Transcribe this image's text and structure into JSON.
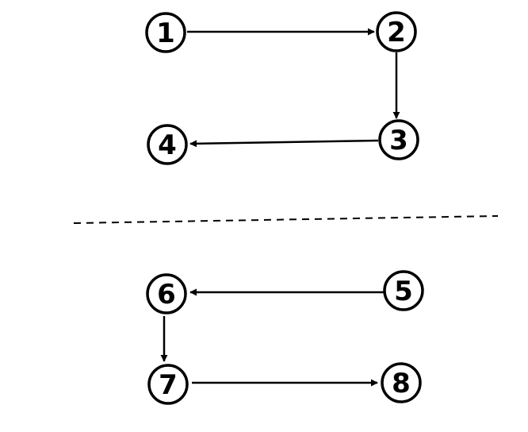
{
  "diagram": {
    "nodes": [
      {
        "id": "n1",
        "label": "1"
      },
      {
        "id": "n2",
        "label": "2"
      },
      {
        "id": "n3",
        "label": "3"
      },
      {
        "id": "n4",
        "label": "4"
      },
      {
        "id": "n5",
        "label": "5"
      },
      {
        "id": "n6",
        "label": "6"
      },
      {
        "id": "n7",
        "label": "7"
      },
      {
        "id": "n8",
        "label": "8"
      }
    ],
    "edges": [
      {
        "from": "n1",
        "to": "n2"
      },
      {
        "from": "n2",
        "to": "n3"
      },
      {
        "from": "n3",
        "to": "n4"
      },
      {
        "from": "n5",
        "to": "n6"
      },
      {
        "from": "n6",
        "to": "n7"
      },
      {
        "from": "n7",
        "to": "n8"
      }
    ],
    "divider": {
      "style": "dashed"
    },
    "colors": {
      "stroke": "#000000",
      "background": "#ffffff"
    }
  }
}
